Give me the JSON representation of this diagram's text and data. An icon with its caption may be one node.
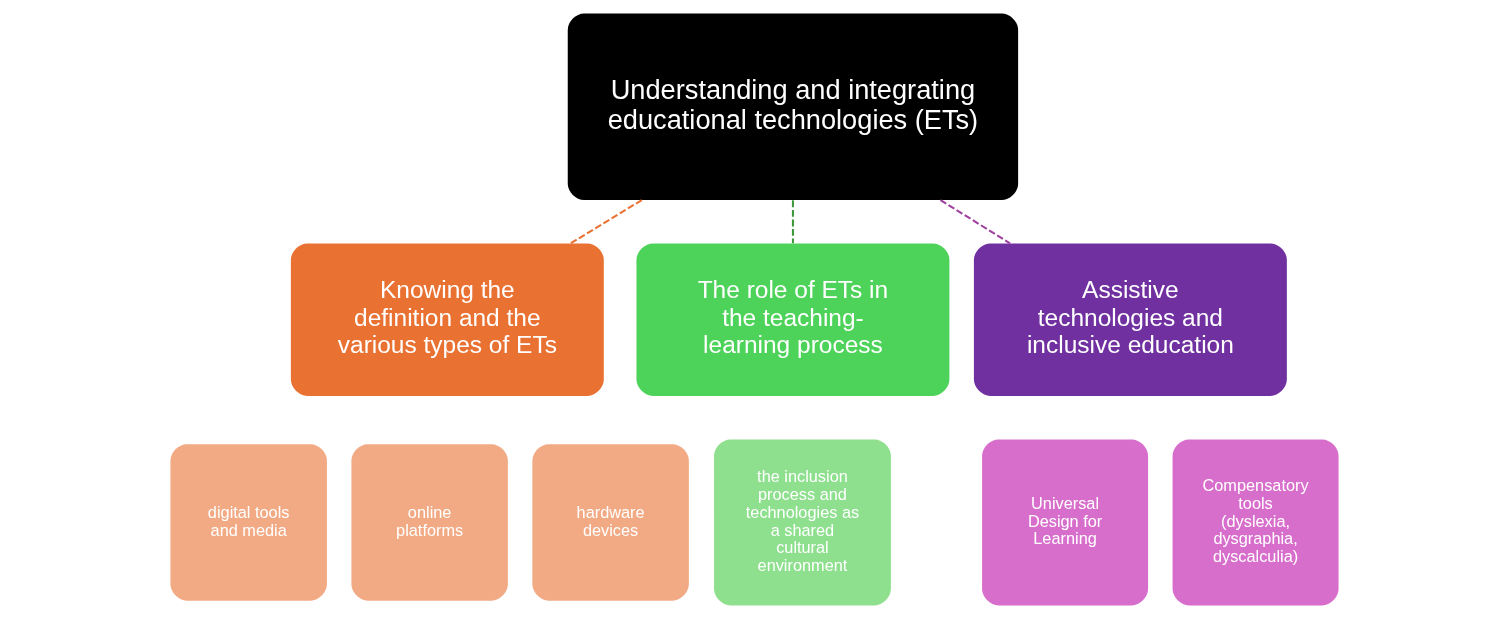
{
  "diagram": {
    "nodes": [
      {
        "text": [
          "Understanding and integrating educational technologies (ETs)"
        ]
      },
      {
        "text": [
          "Knowing the definition and the various types of ETs"
        ]
      },
      {
        "text": [
          "The role of ETs in the teaching-learning process"
        ]
      },
      {
        "text": [
          "Assistive technologies and inclusive education"
        ]
      },
      {
        "text": [
          "digital tools and media"
        ]
      },
      {
        "text": [
          "online platforms"
        ]
      },
      {
        "text": [
          "hardware devices"
        ]
      },
      {
        "text": [
          "the inclusion process and technologies as a shared cultural environment"
        ]
      },
      {
        "text": [
          "Universal Design for Learning"
        ]
      },
      {
        "text": [
          "Compensatory tools (dyslexia, dysgraphia, dyscalculia)"
        ]
      }
    ],
    "edges": [
      {
        "from": 0,
        "to": 1,
        "arrow": "none",
        "style": "dashed",
        "color": "#e97132"
      },
      {
        "from": 0,
        "to": 2,
        "arrow": "none",
        "style": "dashed",
        "color": "#3a9a3a"
      },
      {
        "from": 0,
        "to": 3,
        "arrow": "none",
        "style": "dashed",
        "color": "#a040a0"
      }
    ]
  }
}
